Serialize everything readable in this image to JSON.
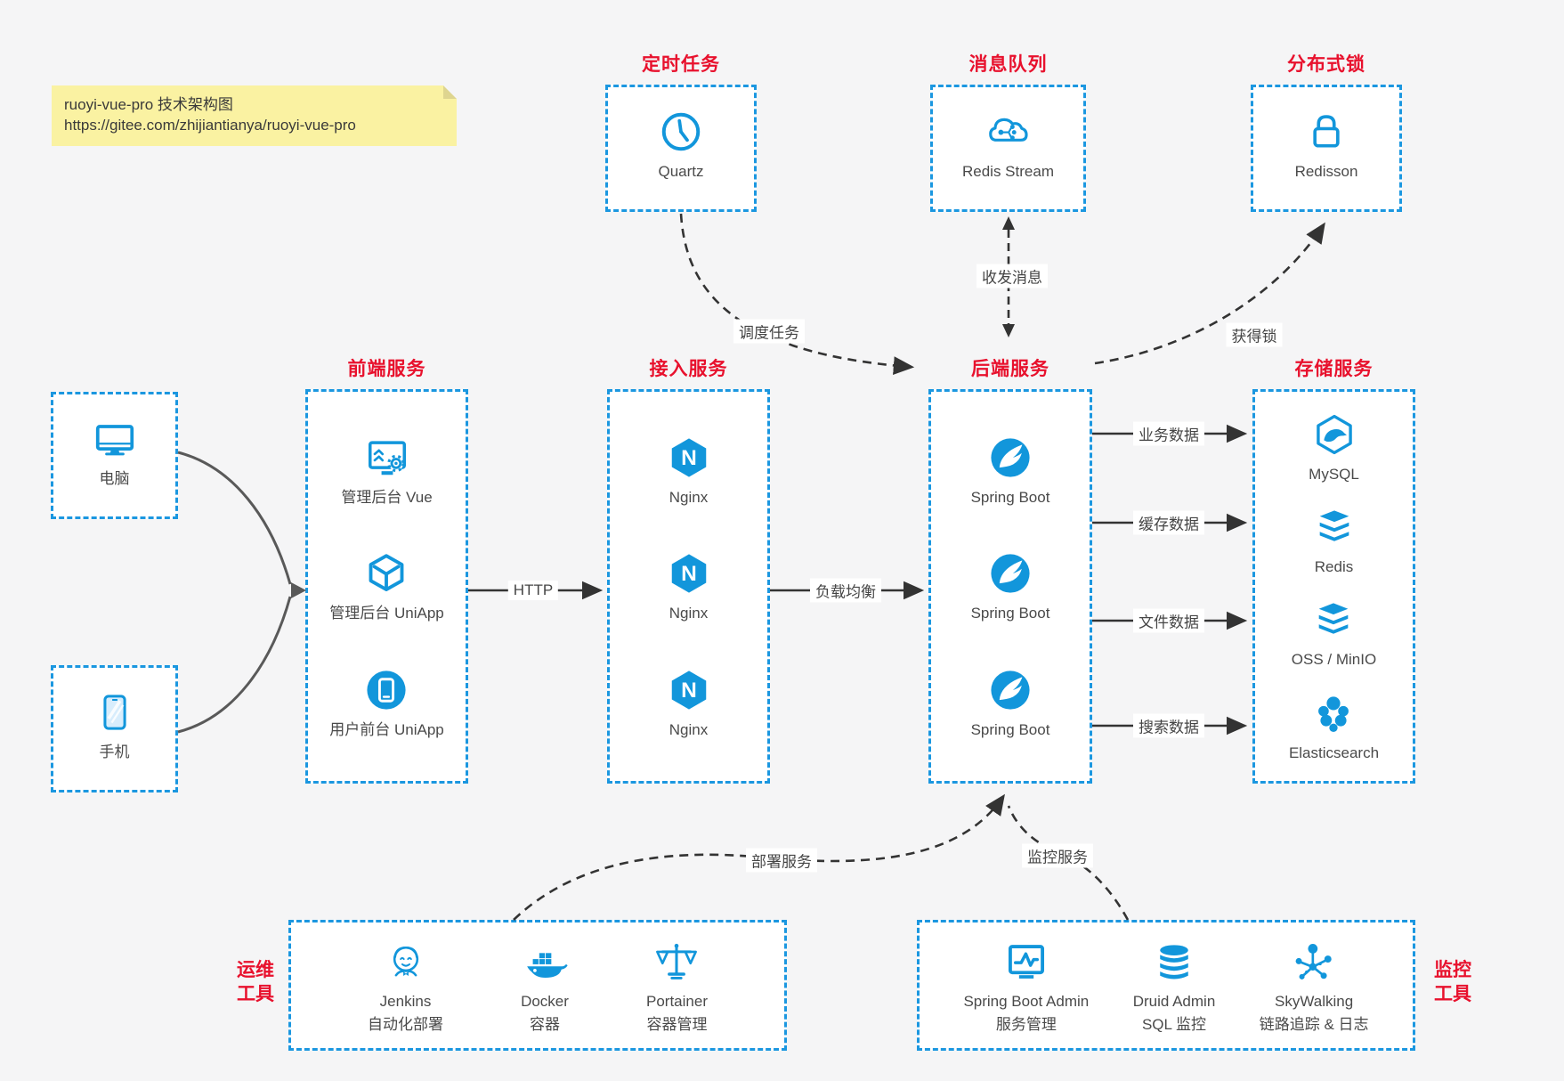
{
  "note": {
    "line1": "ruoyi-vue-pro 技术架构图",
    "line2": "https://gitee.com/zhijiantianya/ruoyi-vue-pro"
  },
  "colors": {
    "blue_icon": "#1296db",
    "blue_border": "#1b97e0",
    "red_title": "#e8112d",
    "arrow_dark": "#333333",
    "arrow_gray": "#595959",
    "note_bg": "#faf2a2",
    "canvas_bg": "#f5f5f6"
  },
  "groups": [
    {
      "id": "scheduled",
      "title": "定时任务",
      "items": [
        {
          "icon": "clock",
          "label": "Quartz"
        }
      ]
    },
    {
      "id": "mq",
      "title": "消息队列",
      "items": [
        {
          "icon": "cloud-stream",
          "label": "Redis Stream"
        }
      ]
    },
    {
      "id": "lock",
      "title": "分布式锁",
      "items": [
        {
          "icon": "padlock",
          "label": "Redisson"
        }
      ]
    },
    {
      "id": "pc",
      "title": "",
      "items": [
        {
          "icon": "desktop",
          "label": "电脑"
        }
      ]
    },
    {
      "id": "mobile",
      "title": "",
      "items": [
        {
          "icon": "smartphone",
          "label": "手机"
        }
      ]
    },
    {
      "id": "frontend",
      "title": "前端服务",
      "items": [
        {
          "icon": "admin-vue",
          "label": "管理后台 Vue"
        },
        {
          "icon": "cube",
          "label": "管理后台 UniApp"
        },
        {
          "icon": "phone-circle",
          "label": "用户前台 UniApp"
        }
      ]
    },
    {
      "id": "gateway",
      "title": "接入服务",
      "items": [
        {
          "icon": "nginx",
          "label": "Nginx"
        },
        {
          "icon": "nginx",
          "label": "Nginx"
        },
        {
          "icon": "nginx",
          "label": "Nginx"
        }
      ]
    },
    {
      "id": "backend",
      "title": "后端服务",
      "items": [
        {
          "icon": "spring",
          "label": "Spring Boot"
        },
        {
          "icon": "spring",
          "label": "Spring Boot"
        },
        {
          "icon": "spring",
          "label": "Spring Boot"
        }
      ]
    },
    {
      "id": "storage",
      "title": "存储服务",
      "items": [
        {
          "icon": "mysql",
          "label": "MySQL"
        },
        {
          "icon": "redis-stack",
          "label": "Redis"
        },
        {
          "icon": "redis-stack",
          "label": "OSS / MinIO"
        },
        {
          "icon": "elasticsearch",
          "label": "Elasticsearch"
        }
      ]
    },
    {
      "id": "ops",
      "title_lines": [
        "运维",
        "工具"
      ],
      "items": [
        {
          "icon": "jenkins",
          "label": "Jenkins",
          "sublabel": "自动化部署"
        },
        {
          "icon": "docker",
          "label": "Docker",
          "sublabel": "容器"
        },
        {
          "icon": "portainer",
          "label": "Portainer",
          "sublabel": "容器管理"
        }
      ]
    },
    {
      "id": "monitor",
      "title_lines": [
        "监控",
        "工具"
      ],
      "items": [
        {
          "icon": "sba",
          "label": "Spring Boot Admin",
          "sublabel": "服务管理"
        },
        {
          "icon": "druid",
          "label": "Druid Admin",
          "sublabel": "SQL 监控"
        },
        {
          "icon": "skywalking",
          "label": "SkyWalking",
          "sublabel": "链路追踪 & 日志"
        }
      ]
    }
  ],
  "edges": [
    {
      "id": "schedule",
      "label": "调度任务"
    },
    {
      "id": "messaging",
      "label": "收发消息"
    },
    {
      "id": "acquire-lock",
      "label": "获得锁"
    },
    {
      "id": "http",
      "label": "HTTP"
    },
    {
      "id": "load-balance",
      "label": "负载均衡"
    },
    {
      "id": "business-data",
      "label": "业务数据"
    },
    {
      "id": "cache-data",
      "label": "缓存数据"
    },
    {
      "id": "file-data",
      "label": "文件数据"
    },
    {
      "id": "search-data",
      "label": "搜索数据"
    },
    {
      "id": "deploy",
      "label": "部署服务"
    },
    {
      "id": "monitor-svc",
      "label": "监控服务"
    }
  ]
}
